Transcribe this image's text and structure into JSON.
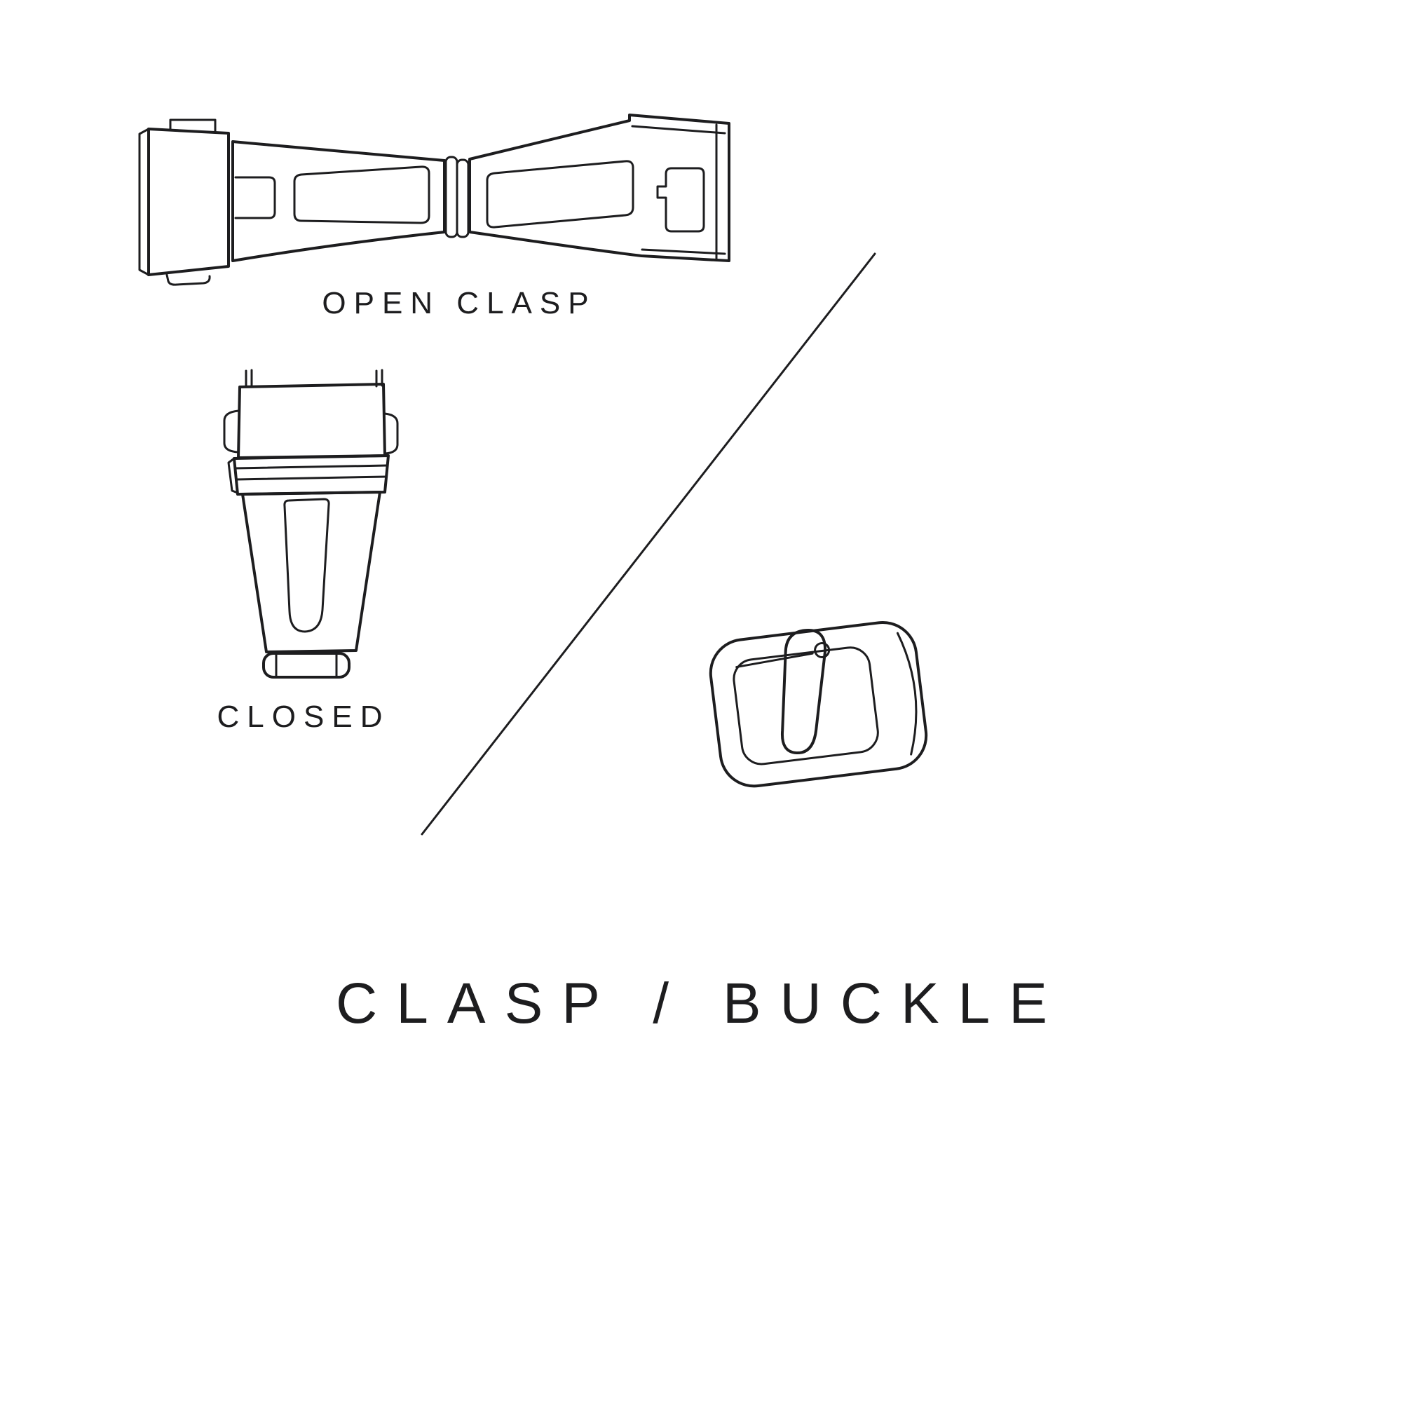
{
  "page": {
    "background": "#ffffff",
    "ink": "#1d1d1f"
  },
  "labels": {
    "open_clasp": "OPEN CLASP",
    "closed": "CLOSED",
    "title": "CLASP / BUCKLE"
  },
  "illustrations": {
    "open_clasp": "open-clasp-illustration",
    "closed_clasp": "closed-clasp-illustration",
    "buckle": "tang-buckle-illustration",
    "divider": "diagonal-divider-line"
  }
}
